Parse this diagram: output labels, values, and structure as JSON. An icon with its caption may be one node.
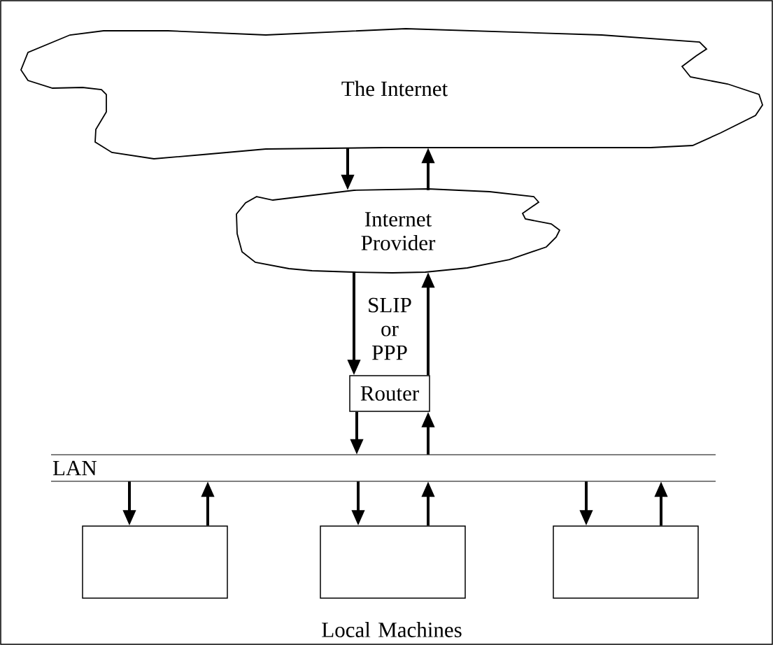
{
  "diagram": {
    "nodes": [
      {
        "text": [
          "The Internet"
        ]
      },
      {
        "text": [
          "Internet Provider"
        ]
      },
      {
        "text": [
          "Router"
        ]
      },
      {
        "text": [
          "LAN"
        ]
      },
      {
        "text": [],
        "shape": "box"
      },
      {
        "text": [],
        "shape": "box"
      },
      {
        "text": [],
        "shape": "box"
      }
    ],
    "edges": [
      {
        "from": 0,
        "to": 1,
        "arrow": "to"
      },
      {
        "from": 1,
        "to": 0,
        "arrow": "to"
      },
      {
        "from": 1,
        "to": 2,
        "arrow": "to"
      },
      {
        "from": 2,
        "to": 1,
        "arrow": "to"
      },
      {
        "from": 2,
        "to": 3,
        "arrow": "to"
      },
      {
        "from": 3,
        "to": 2,
        "arrow": "to"
      },
      {
        "from": 3,
        "to": 4,
        "arrow": "to"
      },
      {
        "from": 4,
        "to": 3,
        "arrow": "to"
      },
      {
        "from": 3,
        "to": 5,
        "arrow": "to"
      },
      {
        "from": 5,
        "to": 3,
        "arrow": "to"
      },
      {
        "from": 3,
        "to": 6,
        "arrow": "to"
      },
      {
        "from": 6,
        "to": 3,
        "arrow": "to"
      }
    ],
    "labels": [
      "SLIP or PPP",
      "Local Machines"
    ]
  }
}
